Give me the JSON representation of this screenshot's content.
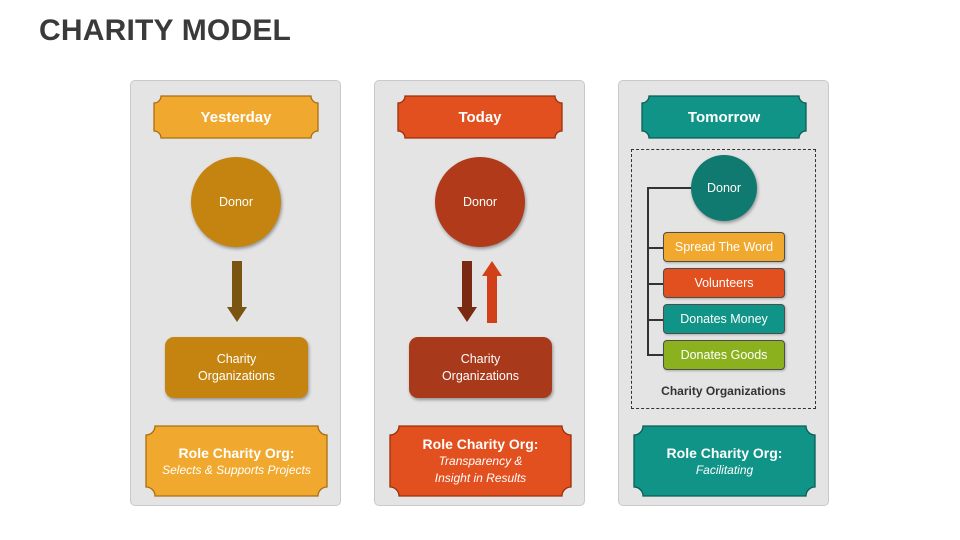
{
  "title": "CHARITY MODEL",
  "colors": {
    "yellow": "#f0a92e",
    "orange_red": "#e2501f",
    "teal": "#109488",
    "panel_bg": "#e4e4e4"
  },
  "panels": [
    {
      "header": "Yesterday",
      "donor": "Donor",
      "org_line1": "Charity",
      "org_line2": "Organizations",
      "role_title": "Role Charity Org:",
      "role_desc": "Selects & Supports Projects"
    },
    {
      "header": "Today",
      "donor": "Donor",
      "org_line1": "Charity",
      "org_line2": "Organizations",
      "role_title": "Role Charity Org:",
      "role_desc_line1": "Transparency &",
      "role_desc_line2": "Insight in Results"
    },
    {
      "header": "Tomorrow",
      "donor": "Donor",
      "activities": [
        "Spread The Word",
        "Volunteers",
        "Donates Money",
        "Donates Goods"
      ],
      "orgs_label": "Charity Organizations",
      "role_title": "Role Charity Org:",
      "role_desc": "Facilitating"
    }
  ]
}
